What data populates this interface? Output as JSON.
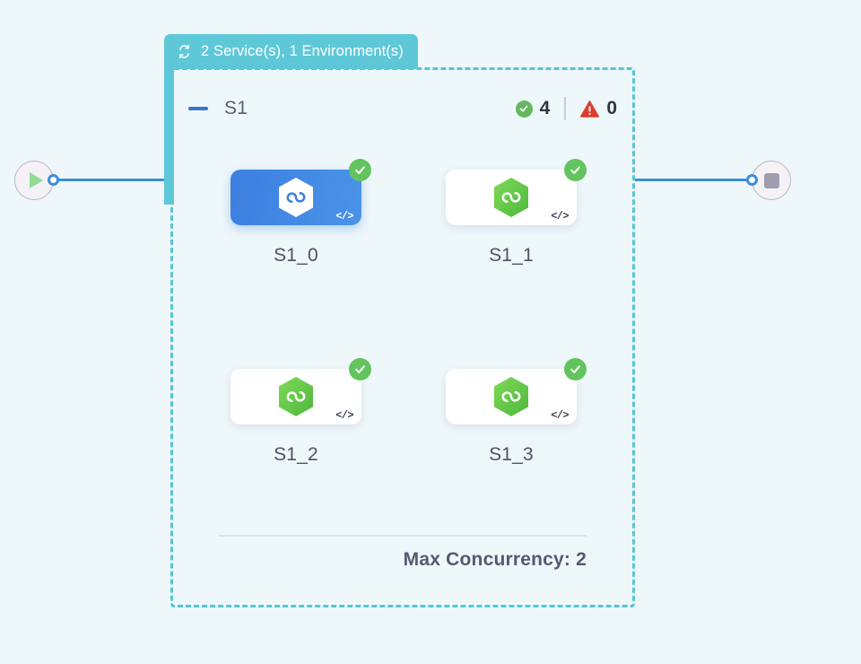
{
  "group": {
    "tab_label": "2 Service(s), 1 Environment(s)",
    "tab_icon": "loop-refresh-icon",
    "title": "S1",
    "collapse_icon": "minus-icon",
    "status": {
      "ok_icon": "check-circle-icon",
      "ok_count": "4",
      "warn_icon": "warning-triangle-icon",
      "warn_count": "0"
    },
    "footer_label": "Max Concurrency: 2"
  },
  "terminals": {
    "start": {
      "name": "start-node",
      "icon": "play-icon"
    },
    "end": {
      "name": "end-node",
      "icon": "stop-icon"
    }
  },
  "nodes": [
    {
      "label": "S1_0",
      "selected": true,
      "badge_icon": "check-circle-icon",
      "code_glyph": "</>",
      "service_icon": "hexagon-infinity-icon"
    },
    {
      "label": "S1_1",
      "selected": false,
      "badge_icon": "check-circle-icon",
      "code_glyph": "</>",
      "service_icon": "hexagon-infinity-icon"
    },
    {
      "label": "S1_2",
      "selected": false,
      "badge_icon": "check-circle-icon",
      "code_glyph": "</>",
      "service_icon": "hexagon-infinity-icon"
    },
    {
      "label": "S1_3",
      "selected": false,
      "badge_icon": "check-circle-icon",
      "code_glyph": "</>",
      "service_icon": "hexagon-infinity-icon"
    }
  ],
  "colors": {
    "canvas_background": "#eef7fa",
    "group_accent_teal": "#5ec8d8",
    "edge_blue": "#3d8ddd",
    "selected_node_blue": "#3c7fe0",
    "service_green": "#69c84f",
    "status_ok_green": "#63b95f",
    "status_warn_red": "#dd3c2c",
    "label_slate": "#4c5365"
  }
}
